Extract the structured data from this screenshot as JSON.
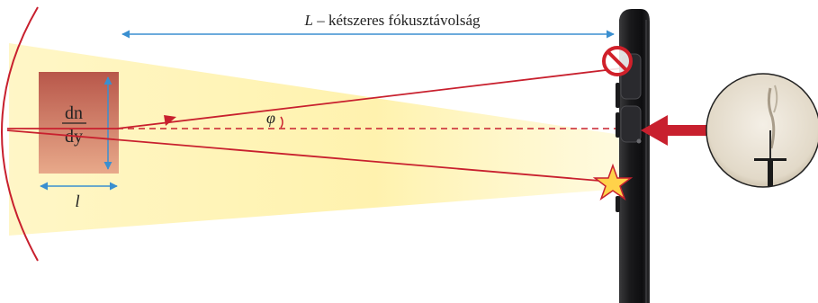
{
  "labels": {
    "distance_symbol": "L",
    "distance_text": " – kétszeres fókusztávolság",
    "gradient_numerator": "dn",
    "gradient_denominator": "dy",
    "width_symbol": "l",
    "angle_symbol": "φ"
  },
  "colors": {
    "ray": "#c8202e",
    "dimension_arrow": "#3a8fd0",
    "sample_top": "#b8574a",
    "sample_bottom": "#e8a98a",
    "beam": "#fff3b0",
    "phone_body": "#1c1c1e",
    "blocked_sign": "#d0202a",
    "star_fill": "#ffd24a",
    "inset_background": "#e9e2d6"
  },
  "icons": {
    "blocked": "prohibited-icon",
    "focus_point": "star-icon",
    "pointer": "arrow-left-icon"
  }
}
